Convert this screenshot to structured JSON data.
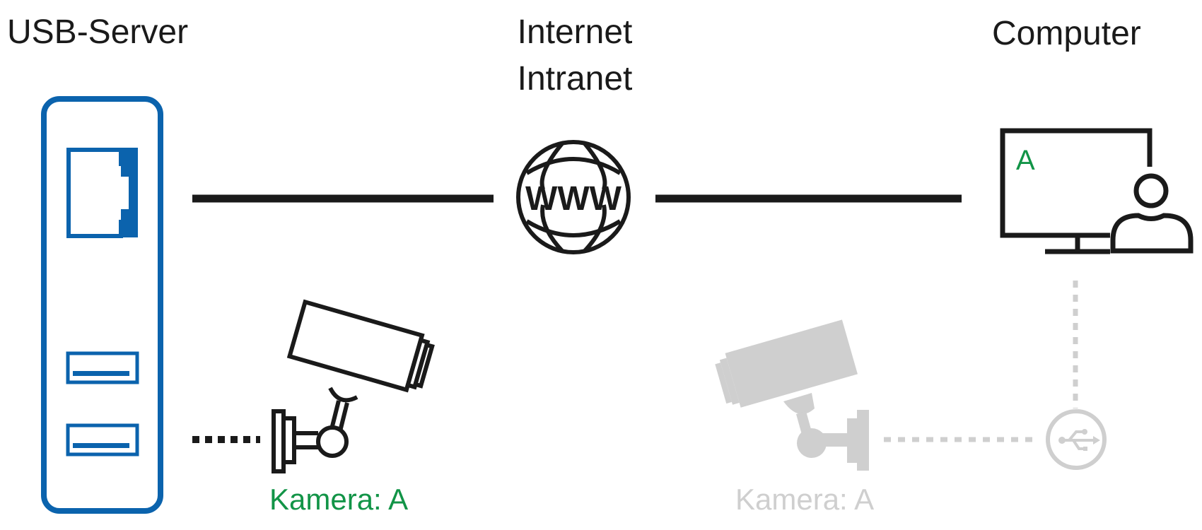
{
  "labels": {
    "usb_server": "USB-Server",
    "internet": "Internet",
    "intranet": "Intranet",
    "computer": "Computer",
    "www": "WWW",
    "camera_active": "Kamera: A",
    "camera_virtual": "Kamera: A",
    "screen_letter": "A"
  },
  "colors": {
    "server_blue": "#0b63ad",
    "line_black": "#1a1a1a",
    "green": "#129447",
    "grey": "#cfcfcf"
  },
  "icons": [
    "usb-server-icon",
    "ethernet-port-icon",
    "usb-port-icon",
    "globe-www-icon",
    "monitor-icon",
    "user-icon",
    "security-camera-icon",
    "usb-symbol-icon"
  ]
}
